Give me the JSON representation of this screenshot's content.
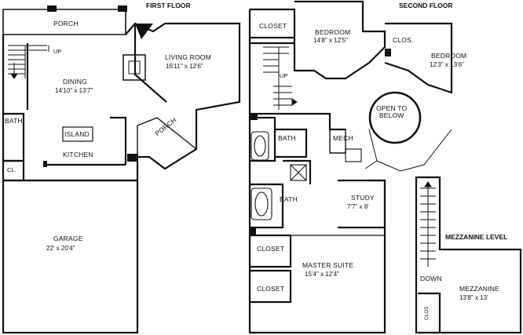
{
  "headings": {
    "first_floor": "FIRST FLOOR",
    "second_floor": "SECOND FLOOR",
    "mezzanine_level": "MEZZANINE LEVEL"
  },
  "first_floor": {
    "porch_top": "PORCH",
    "up": "UP",
    "dining": {
      "name": "DINING",
      "dim": "14'10\" x 13'7\""
    },
    "living_room": {
      "name": "LIVING ROOM",
      "dim": "16'11\" x 12'6\""
    },
    "bath": "BATH",
    "island": "ISLAND",
    "kitchen": "KITCHEN",
    "closet": "CL.",
    "porch_side": "PORCH",
    "garage": {
      "name": "GARAGE",
      "dim": "22' x 20'4\""
    }
  },
  "second_floor": {
    "closet_top": "CLOSET",
    "bedroom1": {
      "name": "BEDROOM",
      "dim": "14'8\" x 12'5\""
    },
    "clos": "CLOS.",
    "bedroom2": {
      "name": "BEDROOM",
      "dim": "12'3\" x 13'6\""
    },
    "up": "UP",
    "open_to_below": "OPEN TO\nBELOW",
    "bath_upper": "BATH",
    "mech": "MECH",
    "bath_lower": "BATH",
    "study": {
      "name": "STUDY",
      "dim": "7'7\" x 8'"
    },
    "closet_mid": "CLOSET",
    "closet_bottom": "CLOSET",
    "master_suite": {
      "name": "MASTER SUITE",
      "dim": "15'4\" x 12'4\""
    }
  },
  "mezzanine": {
    "down": "DOWN",
    "clos": "CLOS",
    "room": {
      "name": "MEZZANINE",
      "dim": "13'8\" x 13'"
    }
  }
}
